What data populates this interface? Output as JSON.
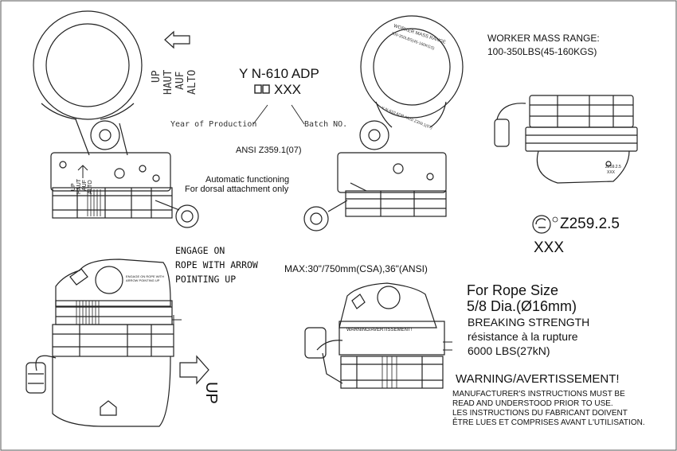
{
  "direction_arrow_labels": {
    "en": "UP",
    "fr": "HAUT",
    "de": "AUF",
    "es": "ALTO"
  },
  "model_marking": {
    "model": "Y N-610 ADP",
    "date_code": "XXX",
    "year_label": "Year of Production",
    "batch_label": "Batch NO.",
    "standard": "ANSI Z359.1(07)"
  },
  "ring_engraving": {
    "outer": "WORKER MASS RANGE",
    "outer_sub": "100-350LBS(45-160KGS)",
    "inner": "Y N-610 ADP   ANSI Z359.1(07)"
  },
  "worker_mass": {
    "title": "WORKER MASS RANGE:",
    "value": "100-350LBS(45-160KGS)"
  },
  "auto_function": {
    "line1": "Automatic functioning",
    "line2": "For dorsal attachment only"
  },
  "csa": {
    "standard": "Z259.2.5",
    "code": "XXX"
  },
  "engage": {
    "line1": "ENGAGE ON",
    "line2": "ROPE WITH ARROW",
    "line3": "POINTING UP"
  },
  "max_distance": "MAX:30\"/750mm(CSA),36\"(ANSI)",
  "rope": {
    "line1": "For Rope Size",
    "line2": "5/8 Dia.(Ø16mm)",
    "line3": "BREAKING STRENGTH",
    "line4": "résistance à la rupture",
    "line5": "6000 LBS(27kN)"
  },
  "warning": {
    "title": "WARNING/AVERTISSEMENT!",
    "line1": "MANUFACTURER'S INSTRUCTIONS MUST BE",
    "line2": "READ AND UNDERSTOOD PRIOR TO USE.",
    "line3": "LES INSTRUCTIONS DU FABRICANT DOIVENT",
    "line4": "ÊTRE LUES ET COMPRISES AVANT L'UTILISATION."
  },
  "up_arrow_label": "UP",
  "small_marks": {
    "body_up": "UP",
    "body_haut": "HAUT",
    "body_auf": "AUF",
    "body_alto": "ALTO",
    "engage_small": "ENGAGE ON ROPE WITH ARROW POINTING UP",
    "mini_warning": "WARNING/AVERTISSEMENT!",
    "side_csa": "Z259.2.5",
    "side_code": "XXX"
  }
}
